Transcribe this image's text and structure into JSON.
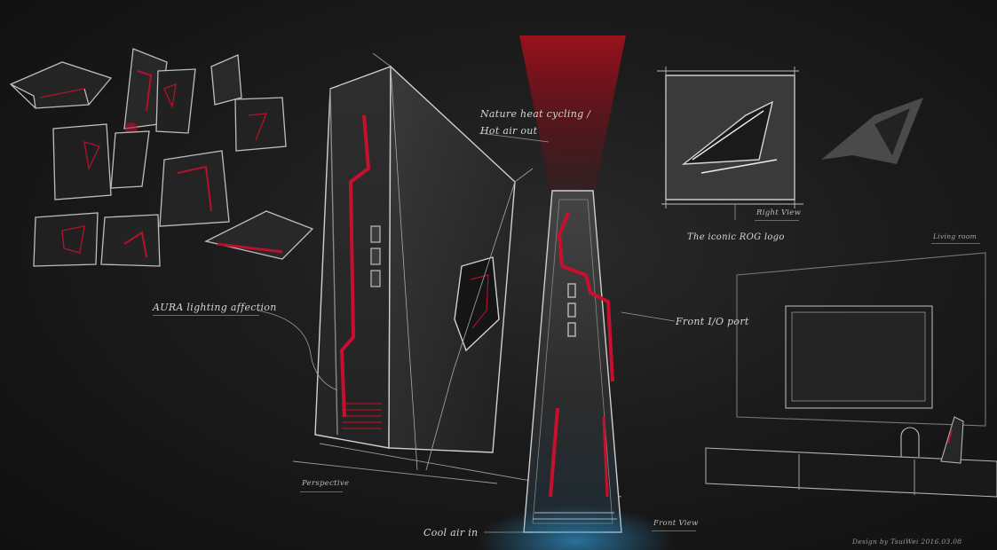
{
  "labels": {
    "heat_line1": "Nature heat cycling /",
    "heat_line2": "Hot air out",
    "aura": "AURA lighting affection",
    "front_io": "Front I/O port",
    "perspective": "Perspective",
    "cool_air": "Cool air in",
    "front_view": "Front View",
    "right_view": "Right View",
    "iconic_logo": "The iconic ROG logo",
    "living_room": "Living room",
    "signature": "Design by TsuiWei 2016.03.08"
  },
  "colors": {
    "background": "#161616",
    "sketch_line": "#d8d8d8",
    "accent_red": "#c8102e",
    "glow_blue": "#2f8fc4",
    "panel_dark": "#2b2b2b"
  }
}
